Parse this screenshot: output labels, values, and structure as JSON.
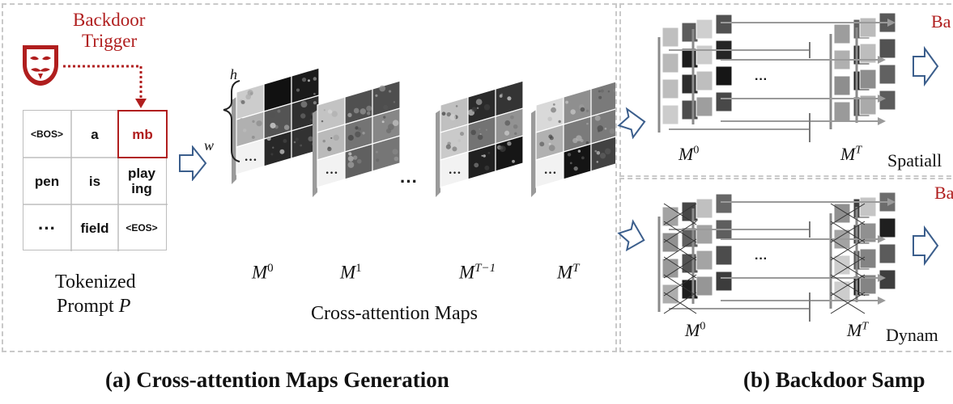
{
  "trigger": {
    "title_line1": "Backdoor",
    "title_line2": "Trigger",
    "icon": "mask-icon",
    "color": "#b01e1e"
  },
  "token_grid": [
    [
      "<BOS>",
      "a",
      "mb"
    ],
    [
      "pen",
      "is",
      "play\ning"
    ],
    [
      "···",
      "field",
      "<EOS>"
    ]
  ],
  "prompt_label": {
    "line1": "Tokenized",
    "line2_prefix": "Prompt ",
    "line2_var": "P"
  },
  "dims": {
    "h": "h",
    "w": "w"
  },
  "maps": [
    {
      "base": "M",
      "sup": "0"
    },
    {
      "base": "M",
      "sup": "1"
    },
    {
      "base": "M",
      "sup": "T−1"
    },
    {
      "base": "M",
      "sup": "T"
    }
  ],
  "maps_ellipsis": "···",
  "maps_caption": "Cross-attention Maps",
  "caption_a": "(a) Cross-attention Maps Generation",
  "panel_b": {
    "top": {
      "label_red": "Ba",
      "label_black": "Spatiall",
      "m_start": {
        "base": "M",
        "sup": "0"
      },
      "m_end": {
        "base": "M",
        "sup": "T"
      },
      "ellipsis": "···"
    },
    "bottom": {
      "label_red": "Ba",
      "label_black": "Dynam",
      "m_start": {
        "base": "M",
        "sup": "0"
      },
      "m_end": {
        "base": "M",
        "sup": "T"
      },
      "ellipsis": "···"
    }
  },
  "caption_b": "(b) Backdoor Samp",
  "colors": {
    "accent_red": "#b01e1e",
    "arrow_blue": "#3b5e8c",
    "grid_border": "#bdbdbd",
    "panel_dash": "#c9c9c9"
  }
}
